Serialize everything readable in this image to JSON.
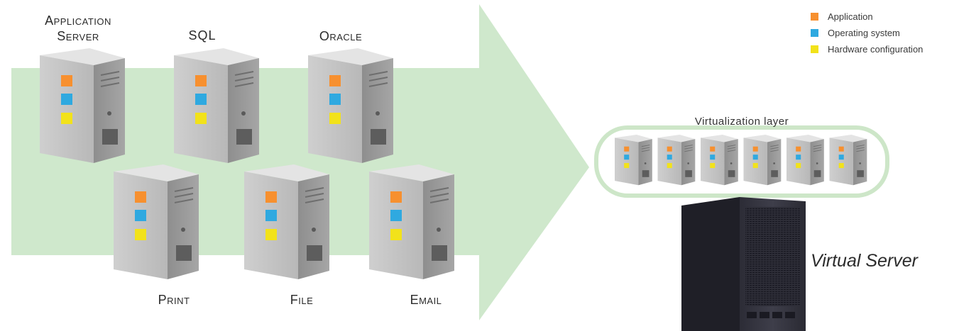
{
  "colors": {
    "application": "#f7902f",
    "operating_system": "#2fa9e0",
    "hardware": "#f2e21a",
    "arrow": "#cfe8cc",
    "layer_outline": "#cde6c8"
  },
  "legend": {
    "items": [
      {
        "label": "Application",
        "color": "#f7902f"
      },
      {
        "label": "Operating system",
        "color": "#2fa9e0"
      },
      {
        "label": "Hardware configuration",
        "color": "#f2e21a"
      }
    ]
  },
  "servers": [
    {
      "label_line1": "Application",
      "label_line2": "Server"
    },
    {
      "label_line1": "SQL",
      "label_line2": ""
    },
    {
      "label_line1": "Oracle",
      "label_line2": ""
    },
    {
      "label_line1": "Print",
      "label_line2": ""
    },
    {
      "label_line1": "File",
      "label_line2": ""
    },
    {
      "label_line1": "Email",
      "label_line2": ""
    }
  ],
  "virtualization_layer": {
    "label": "Virtualization layer",
    "vm_count": 6
  },
  "virtual_server": {
    "label": "Virtual Server"
  }
}
